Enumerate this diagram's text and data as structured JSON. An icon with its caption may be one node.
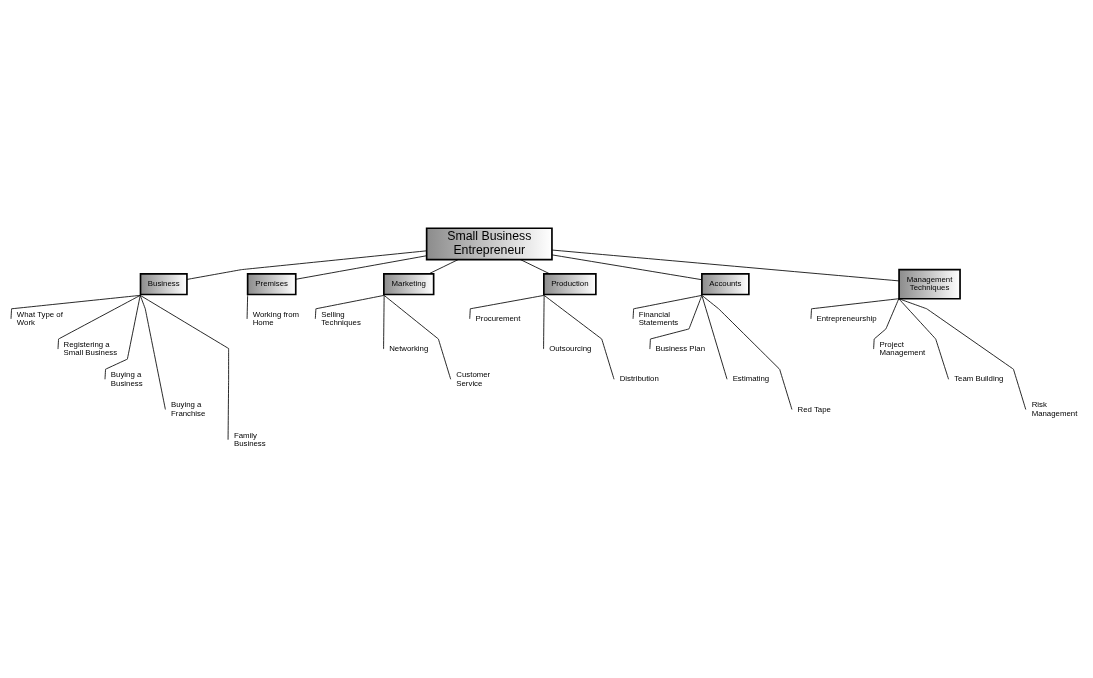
{
  "diagram": {
    "nodes": [
      {
        "text": [
          "Small Business Entrepreneur"
        ]
      },
      {
        "text": [
          "Business"
        ]
      },
      {
        "text": [
          "Premises"
        ]
      },
      {
        "text": [
          "Marketing"
        ]
      },
      {
        "text": [
          "Production"
        ]
      },
      {
        "text": [
          "Accounts"
        ]
      },
      {
        "text": [
          "Management Techniques"
        ]
      },
      {
        "text": [
          "What Type of Work"
        ]
      },
      {
        "text": [
          "Registering a Small Business"
        ]
      },
      {
        "text": [
          "Buying a Business"
        ]
      },
      {
        "text": [
          "Buying a Franchise"
        ]
      },
      {
        "text": [
          "Family Business"
        ]
      },
      {
        "text": [
          "Working from Home"
        ]
      },
      {
        "text": [
          "Selling Techniques"
        ]
      },
      {
        "text": [
          "Networking"
        ]
      },
      {
        "text": [
          "Customer Service"
        ]
      },
      {
        "text": [
          "Procurement"
        ]
      },
      {
        "text": [
          "Outsourcing"
        ]
      },
      {
        "text": [
          "Distribution"
        ]
      },
      {
        "text": [
          "Financial Statements"
        ]
      },
      {
        "text": [
          "Business Plan"
        ]
      },
      {
        "text": [
          "Estimating"
        ]
      },
      {
        "text": [
          "Red Tape"
        ]
      },
      {
        "text": [
          "Entrepreneurship"
        ]
      },
      {
        "text": [
          "Project Management"
        ]
      },
      {
        "text": [
          "Team Building"
        ]
      },
      {
        "text": [
          "Risk Management"
        ]
      }
    ],
    "edges": [
      {
        "from": 0,
        "to": 1,
        "arrow": "none"
      },
      {
        "from": 0,
        "to": 2,
        "arrow": "none"
      },
      {
        "from": 0,
        "to": 3,
        "arrow": "none"
      },
      {
        "from": 0,
        "to": 4,
        "arrow": "none"
      },
      {
        "from": 0,
        "to": 5,
        "arrow": "none"
      },
      {
        "from": 0,
        "to": 6,
        "arrow": "none"
      },
      {
        "from": 1,
        "to": 7,
        "arrow": "none"
      },
      {
        "from": 1,
        "to": 8,
        "arrow": "none"
      },
      {
        "from": 1,
        "to": 9,
        "arrow": "none"
      },
      {
        "from": 1,
        "to": 10,
        "arrow": "none"
      },
      {
        "from": 1,
        "to": 11,
        "arrow": "none"
      },
      {
        "from": 2,
        "to": 12,
        "arrow": "none"
      },
      {
        "from": 3,
        "to": 13,
        "arrow": "none"
      },
      {
        "from": 3,
        "to": 14,
        "arrow": "none"
      },
      {
        "from": 3,
        "to": 15,
        "arrow": "none"
      },
      {
        "from": 4,
        "to": 16,
        "arrow": "none"
      },
      {
        "from": 4,
        "to": 17,
        "arrow": "none"
      },
      {
        "from": 4,
        "to": 18,
        "arrow": "none"
      },
      {
        "from": 5,
        "to": 19,
        "arrow": "none"
      },
      {
        "from": 5,
        "to": 20,
        "arrow": "none"
      },
      {
        "from": 5,
        "to": 21,
        "arrow": "none"
      },
      {
        "from": 5,
        "to": 22,
        "arrow": "none"
      },
      {
        "from": 6,
        "to": 23,
        "arrow": "none"
      },
      {
        "from": 6,
        "to": 24,
        "arrow": "none"
      },
      {
        "from": 6,
        "to": 25,
        "arrow": "none"
      },
      {
        "from": 6,
        "to": 26,
        "arrow": "none"
      }
    ]
  }
}
